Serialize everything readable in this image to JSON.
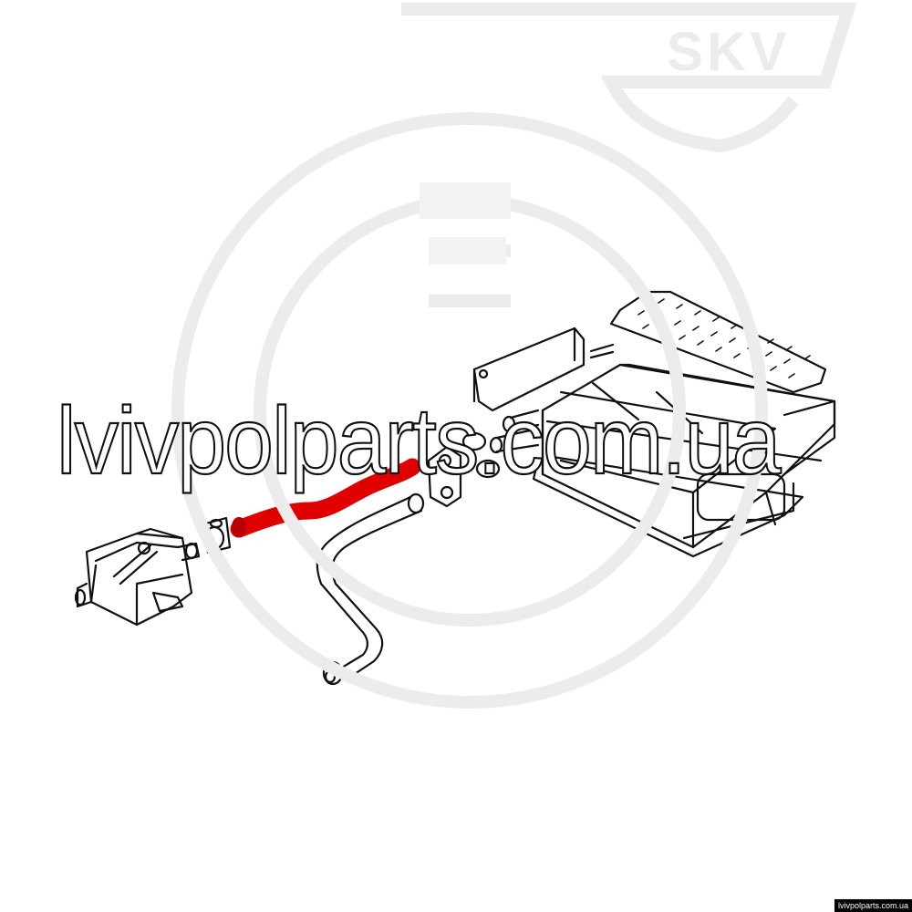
{
  "watermark": {
    "site_text": "lvivpolparts.com.ua",
    "brand_text": "SKV"
  },
  "footer": {
    "tag": "lvivpolparts.com.ua"
  },
  "highlight_color": "#e00000",
  "line_color": "#111111",
  "watermark_color": "#ececec"
}
